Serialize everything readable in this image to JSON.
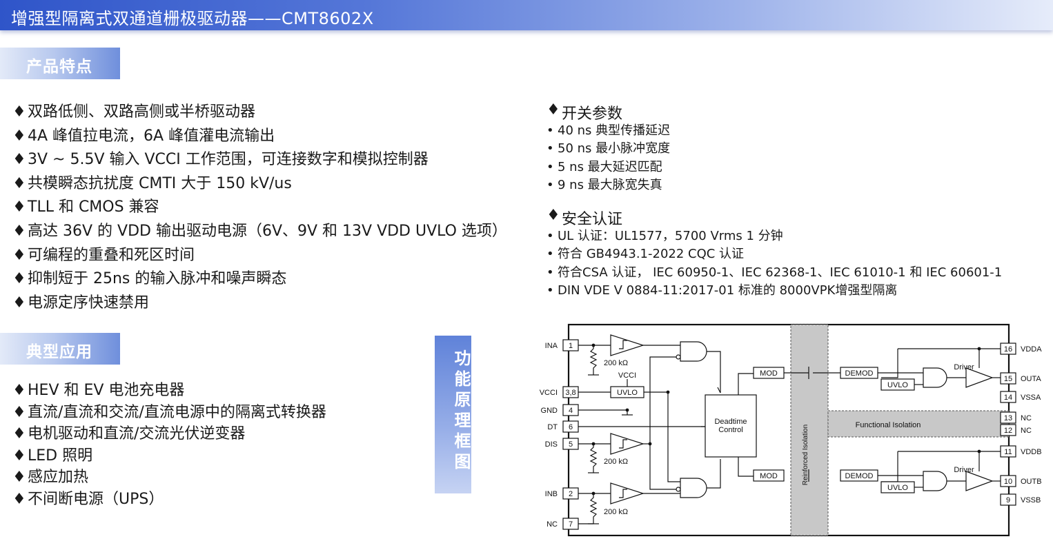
{
  "title": "增强型隔离式双通道栅极驱动器——CMT8602X",
  "bullet_diamond": "♦",
  "bullet_dot": "•",
  "features_tag": "产品特点",
  "applications_tag": "典型应用",
  "features": [
    "双路低侧、双路高侧或半桥驱动器",
    "4A 峰值拉电流，6A 峰值灌电流输出",
    "3V ~ 5.5V 输入 VCCI 工作范围，可连接数字和模拟控制器",
    "共模瞬态抗扰度 CMTI 大于 150 kV/us",
    "TLL 和 CMOS 兼容",
    "高达 36V 的 VDD 输出驱动电源（6V、9V 和 13V VDD UVLO 选项）",
    "可编程的重叠和死区时间",
    "抑制短于 25ns 的输入脉冲和噪声瞬态",
    "电源定序快速禁用"
  ],
  "applications": [
    "HEV 和 EV 电池充电器",
    "直流/直流和交流/直流电源中的隔离式转换器",
    "电机驱动和直流/交流光伏逆变器",
    "LED 照明",
    "感应加热",
    "不间断电源（UPS）"
  ],
  "switching": {
    "heading": "开关参数",
    "items": [
      "40 ns 典型传播延迟",
      "50 ns 最小脉冲宽度",
      "5 ns 最大延迟匹配",
      "9 ns 最大脉宽失真"
    ]
  },
  "safety": {
    "heading": "安全认证",
    "items": [
      "UL 认证：UL1577，5700 Vrms 1 分钟",
      "符合 GB4943.1-2022 CQC 认证",
      "符合CSA 认证， IEC 60950-1、IEC 62368-1、IEC 61010-1 和 IEC 60601-1",
      "DIN VDE V 0884-11:2017-01 标准的 8000VPK增强型隔离"
    ]
  },
  "block_diagram_tab": "功能原理框图",
  "diagram": {
    "left_pins": [
      {
        "label": "INA",
        "num": "1"
      },
      {
        "label": "VCCI",
        "num": "3,8"
      },
      {
        "label": "GND",
        "num": "4"
      },
      {
        "label": "DT",
        "num": "6"
      },
      {
        "label": "DIS",
        "num": "5"
      },
      {
        "label": "INB",
        "num": "2"
      },
      {
        "label": "NC",
        "num": "7"
      }
    ],
    "right_pins": [
      {
        "label": "VDDA",
        "num": "16"
      },
      {
        "label": "OUTA",
        "num": "15"
      },
      {
        "label": "VSSA",
        "num": "14"
      },
      {
        "label": "NC",
        "num": "13"
      },
      {
        "label": "NC",
        "num": "12"
      },
      {
        "label": "VDDB",
        "num": "11"
      },
      {
        "label": "OUTB",
        "num": "10"
      },
      {
        "label": "VSSB",
        "num": "9"
      }
    ],
    "resistor_label": "200 kΩ",
    "vcci_label": "VCCI",
    "uvlo": "UVLO",
    "mod": "MOD",
    "demod": "DEMOD",
    "driver": "Driver",
    "deadtime_line1": "Deadtime",
    "deadtime_line2": "Control",
    "reinforced": "Reinforced Isolation",
    "functional": "Functional Isolation",
    "colors": {
      "isolation": "#c8c8c8",
      "line": "#111111"
    }
  }
}
